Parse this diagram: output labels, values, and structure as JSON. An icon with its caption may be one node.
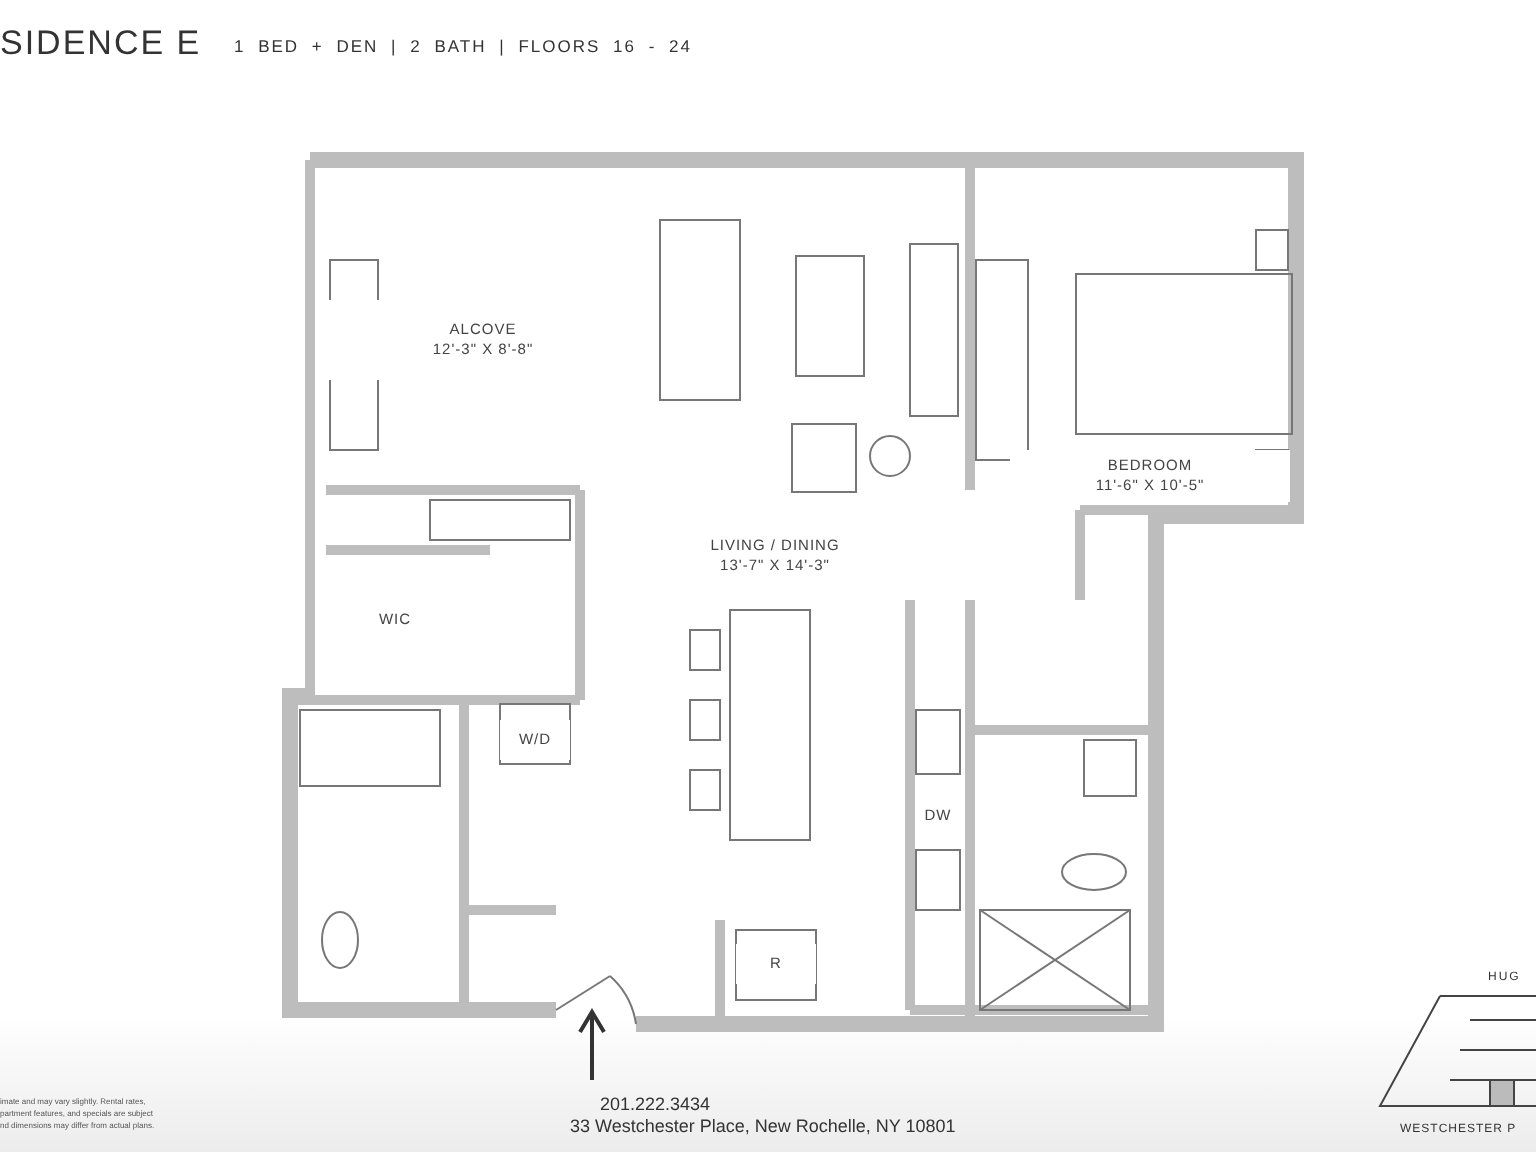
{
  "diagram": {
    "title": "SIDENCE E",
    "nodes": [
      {
        "text": [
          "ALCOVE",
          "12'-3\" X 8'-8\""
        ]
      },
      {
        "text": [
          "LIVING / DINING",
          "13'-7\" X 14'-3\""
        ]
      },
      {
        "text": [
          "BEDROOM",
          "11'-6\" X 10'-5\""
        ]
      },
      {
        "text": [
          "WIC"
        ]
      },
      {
        "text": [
          "W/D"
        ]
      },
      {
        "text": [
          "DW"
        ]
      },
      {
        "text": [
          "R"
        ]
      }
    ],
    "labels": [
      "1 BED + DEN | 2 BATH | FLOORS 16 - 24",
      "imate and may vary slightly. Rental rates, partment features, and specials are subject nd dimensions may differ from actual plans.",
      "201.222.3434",
      "33 Westchester Place, New Rochelle, NY 10801",
      "HUG",
      "WESTCHESTER P"
    ]
  }
}
